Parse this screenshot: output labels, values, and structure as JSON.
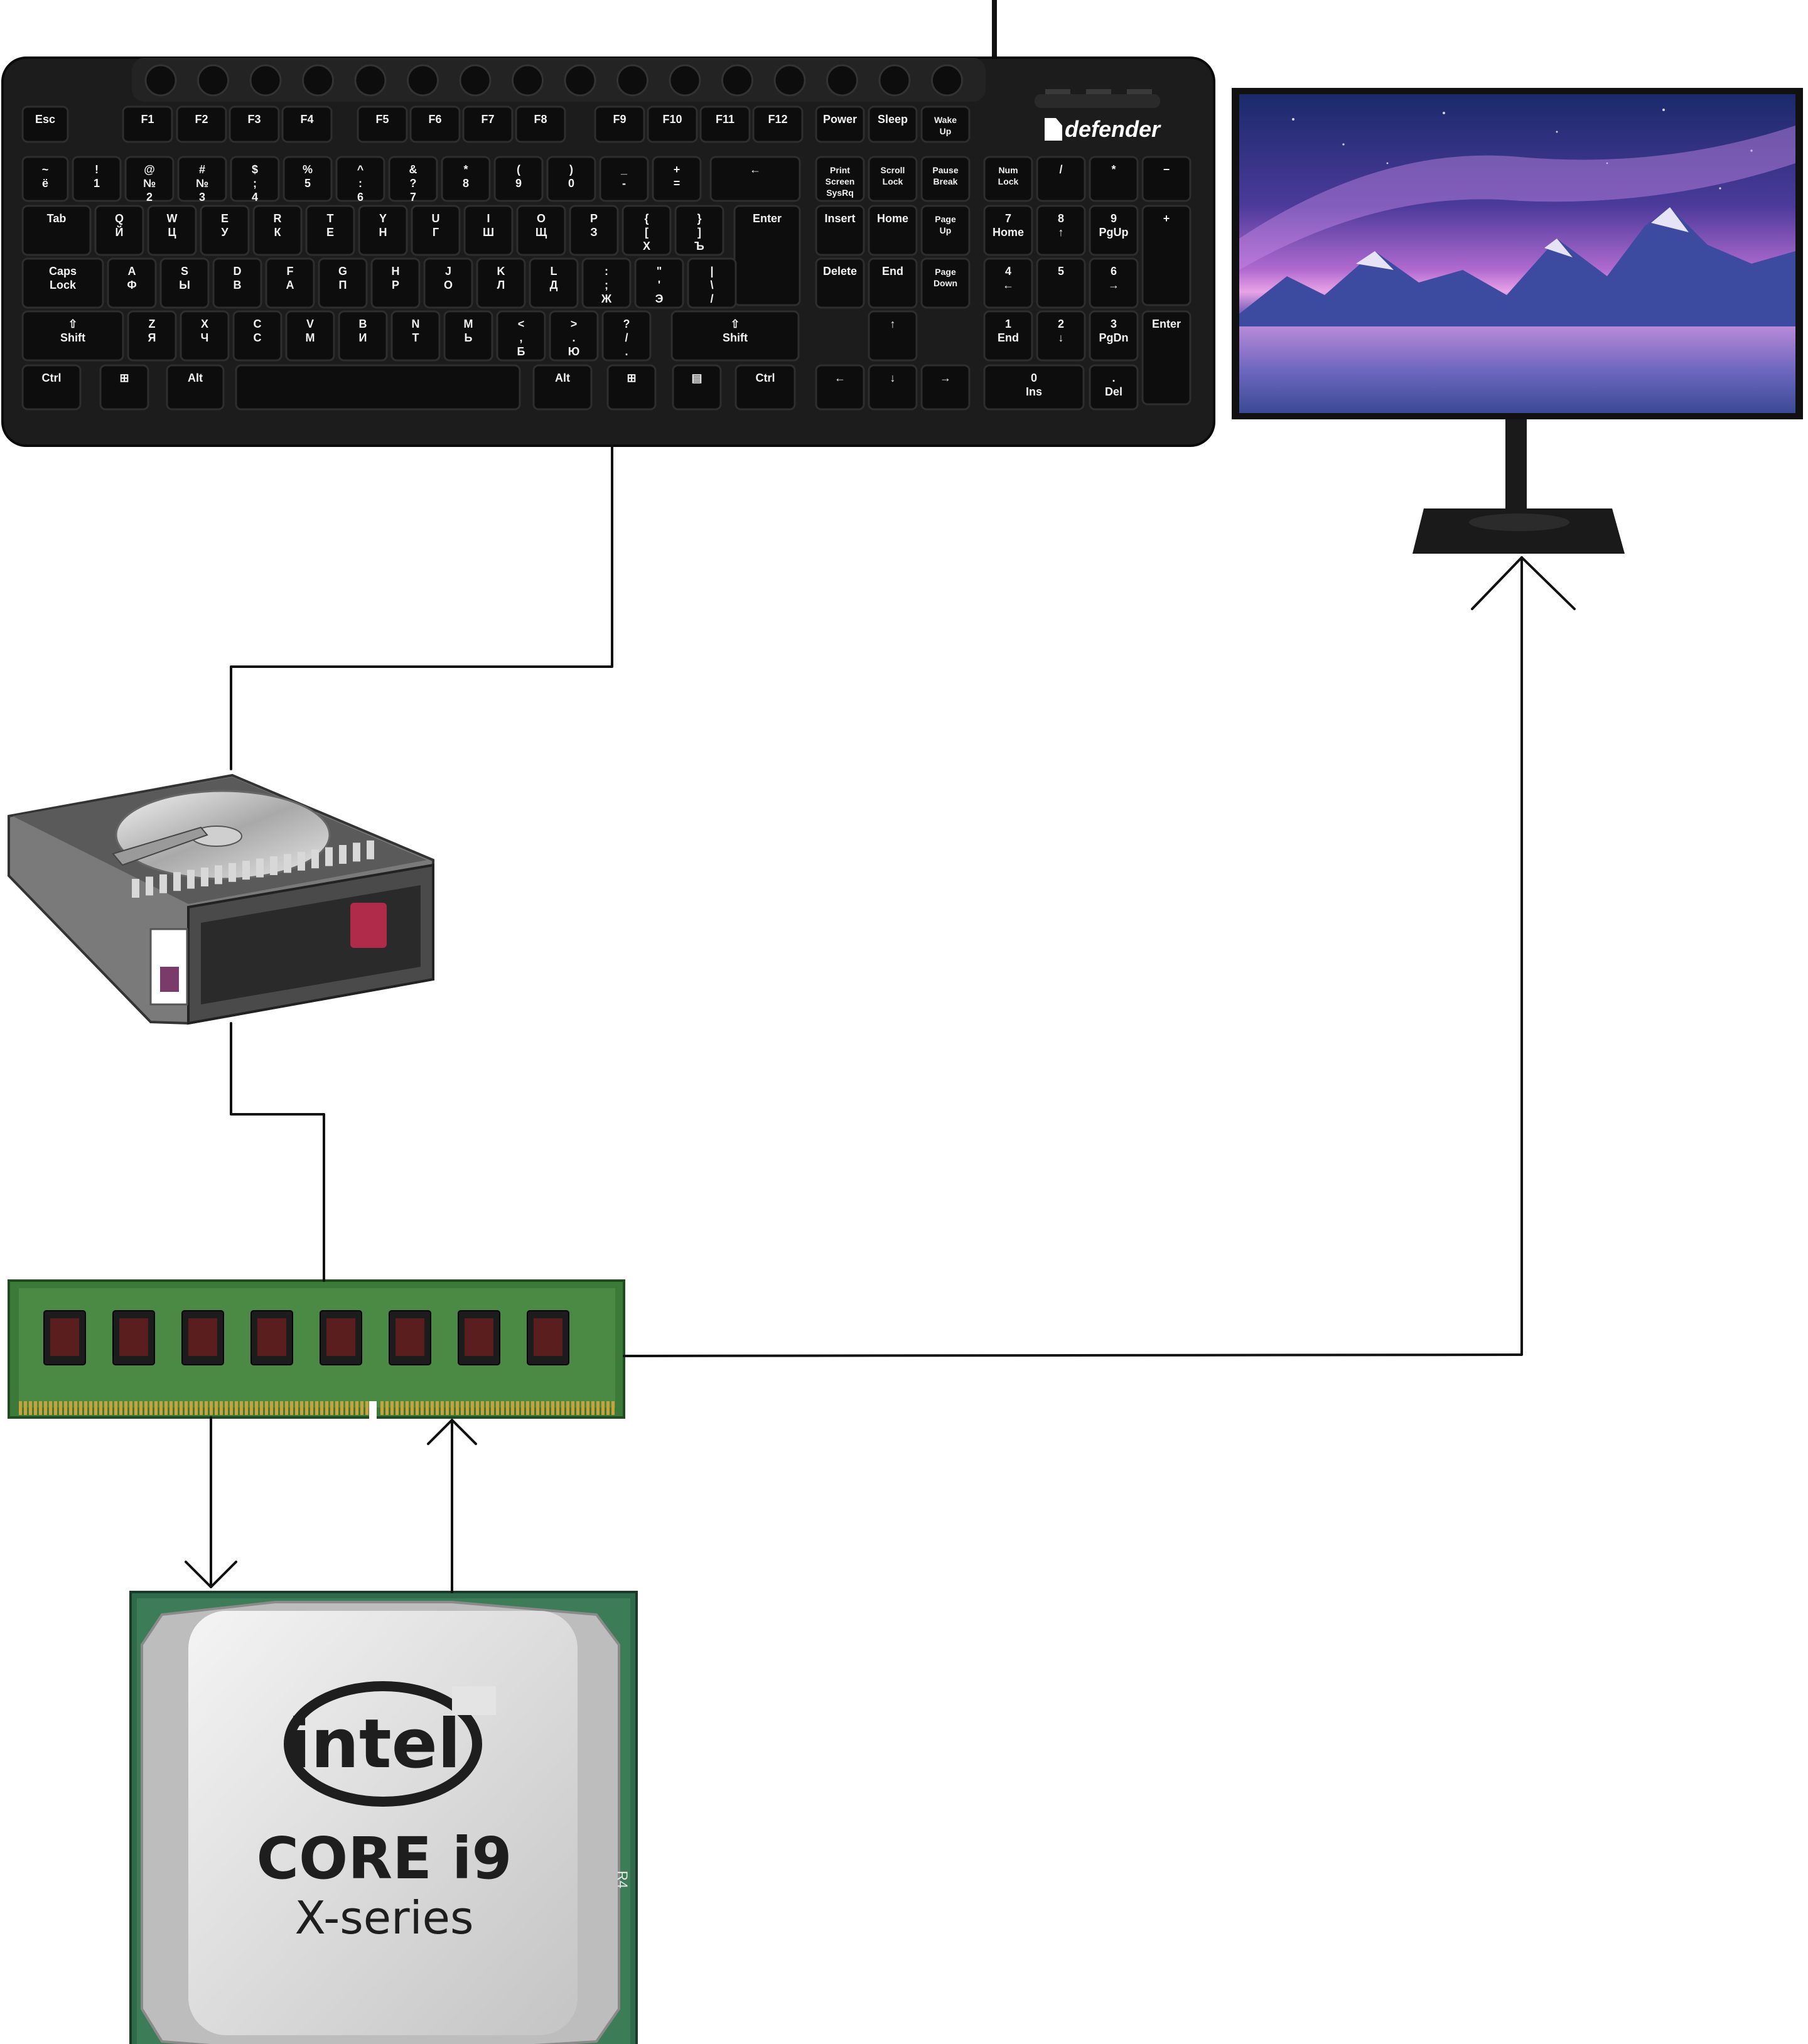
{
  "keyboard": {
    "brand": "defender",
    "rows": [
      [
        "Esc",
        "F1",
        "F2",
        "F3",
        "F4",
        "F5",
        "F6",
        "F7",
        "F8",
        "F9",
        "F10",
        "F11",
        "F12",
        "Power",
        "Sleep",
        "Wake Up"
      ],
      [
        "~ ё",
        "! 1",
        "@ № 2",
        "# № 3",
        "$ ; 4",
        "% 5",
        "^ : 6",
        "& ? 7",
        "* 8",
        "( 9",
        ") 0",
        "_ -",
        "+ =",
        "←",
        "Print Screen SysRq",
        "Scroll Lock",
        "Pause Break",
        "Num Lock",
        "/",
        "*",
        "−"
      ],
      [
        "Tab",
        "Q Й",
        "W Ц",
        "E У",
        "R К",
        "T Е",
        "Y Н",
        "U Г",
        "I Ш",
        "O Щ",
        "P З",
        "{ [ Х",
        "} ] Ъ",
        "Enter",
        "Insert",
        "Home",
        "Page Up",
        "7 Home",
        "8 ↑",
        "9 PgUp",
        "+"
      ],
      [
        "Caps Lock",
        "A Ф",
        "S Ы",
        "D В",
        "F А",
        "G П",
        "H Р",
        "J О",
        "K Л",
        "L Д",
        ": ; Ж",
        "\" ' Э",
        "| \\ /",
        "Delete",
        "End",
        "Page Down",
        "4 ←",
        "5",
        "6 →"
      ],
      [
        "⇧ Shift",
        "Z Я",
        "X Ч",
        "C С",
        "V М",
        "B И",
        "N Т",
        "M Ь",
        "< , Б",
        "> . Ю",
        "? / .",
        "⇧ Shift",
        "↑",
        "1 End",
        "2 ↓",
        "3 PgDn",
        "Enter"
      ],
      [
        "Ctrl",
        "⊞",
        "Alt",
        "",
        "Alt",
        "⊞",
        "▤",
        "Ctrl",
        "←",
        "↓",
        "→",
        "0 Ins",
        ". Del"
      ]
    ]
  },
  "cpu": {
    "brand": "intel",
    "line1": "CORE i9",
    "line2": "X-series",
    "mark": "R4"
  },
  "colors": {
    "line": "#111111",
    "keyboard_body": "#1c1c1c",
    "key": "#0d0d0d",
    "pcb": "#3c7a3a",
    "gold": "#c9a23a",
    "cpu_substrate": "#2f6a4a",
    "ihs": "#dadada"
  },
  "icons": [
    "keyboard-icon",
    "monitor-icon",
    "hard-drive-icon",
    "ram-module-icon",
    "cpu-icon",
    "arrow-icon"
  ]
}
